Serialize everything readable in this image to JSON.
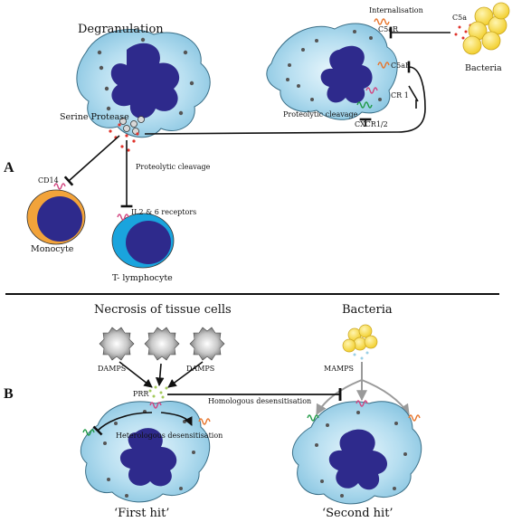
{
  "panels": {
    "a": "A",
    "b": "B"
  },
  "panel_a": {
    "degranulation": "Degranulation",
    "serine_protease": "Serine Protease",
    "internalisation": "Internalisation",
    "c5a": "C5a",
    "c5ar_top": "C5aR",
    "c5ar_right": "C5aR",
    "bacteria": "Bacteria",
    "cr1": "CR 1",
    "proteolytic_cleavage_right": "Proteolytic cleavage",
    "cxcr": "CXCR1/2",
    "proteolytic_cleavage_mid": "Proteolytic cleavage",
    "cd14": "CD14",
    "il_receptors": "IL2 & 6 receptors",
    "monocyte": "Monocyte",
    "t_lymphocyte": "T- lymphocyte"
  },
  "panel_b": {
    "necrosis_title": "Necrosis of tissue cells",
    "bacteria_title": "Bacteria",
    "damps_left": "DAMPS",
    "damps_right": "DAMPS",
    "mamps": "MAMPS",
    "prr": "PRR",
    "homologous": "Homologous desensitisation",
    "heterologous": "Heterologous desensitisation",
    "first_hit": "‘First hit’",
    "second_hit": "‘Second hit’"
  },
  "colors": {
    "cell_fill": "#a9d6ea",
    "nucleus": "#2e2a8c",
    "monocyte_ring": "#f2a33a",
    "lymph_ring": "#1aa4dd",
    "bacteria": "#f7dc4a",
    "protease_dots": "#e0332b",
    "receptor_green": "#1f9a46",
    "receptor_pink": "#d2447f",
    "receptor_orange": "#e8742a",
    "necrotic_grey": "#8a8a8a"
  }
}
